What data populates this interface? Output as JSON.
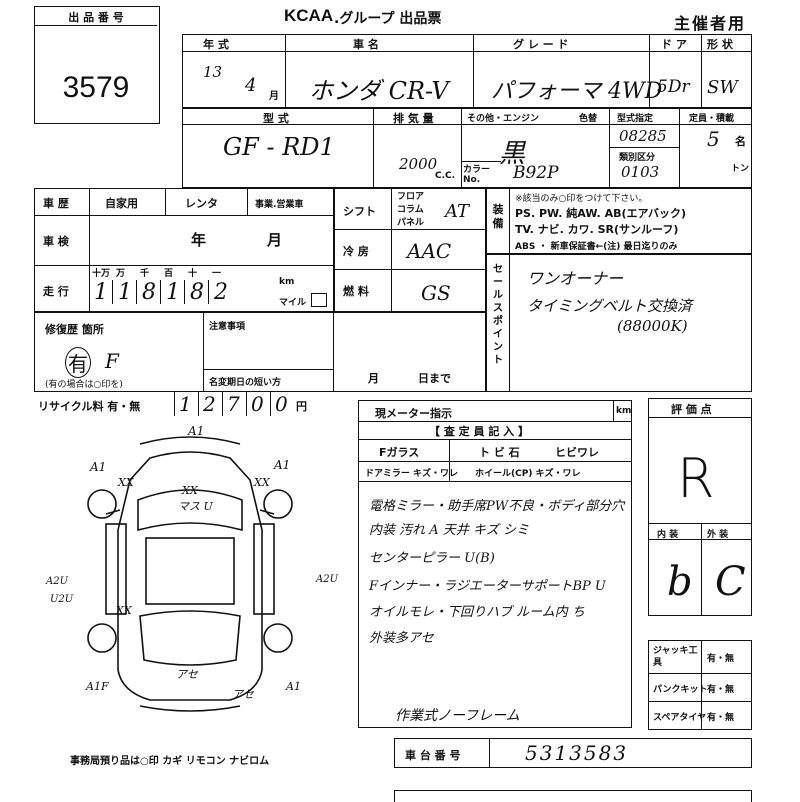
{
  "lot": {
    "label": "出 品 番 号",
    "number": "3579"
  },
  "header": {
    "brand": "KCAA",
    "group": ".グループ 出品票",
    "sponsor": "主催者用"
  },
  "row1": {
    "labels": [
      "年 式",
      "車 名",
      "グ レ ー ド",
      "ド ア",
      "形 状"
    ],
    "year": "13",
    "month": "4",
    "month_unit": "月",
    "name": "ホンダ CR-V",
    "grade": "パフォーマ 4WD",
    "doors": "5Dr",
    "shape": "SW"
  },
  "row2": {
    "labels": {
      "model": "型 式",
      "disp": "排 気 量",
      "engine": "その他・エンジン",
      "color": "色替",
      "model_no": "型式指定",
      "class": "類別区分",
      "capacity": "定員・積載"
    },
    "model": "GF - RD1",
    "disp": "2000",
    "cc": "C.C.",
    "color": "黒",
    "color_no_label": "カラー No.",
    "color_no": "B92P",
    "model_no": "08285",
    "class_no": "0103",
    "capacity": "5",
    "cap_unit": "名",
    "ton_unit": "トン"
  },
  "history": {
    "label": "車 歴",
    "options": [
      "自家用",
      "レンタ",
      "事業.営業車"
    ],
    "inspection_label": "車 検",
    "inspection_year": "年",
    "inspection_month": "月",
    "mileage_label": "走 行",
    "digits_labels": [
      "十万",
      "万",
      "千",
      "百",
      "十",
      "一"
    ],
    "digits": [
      "1",
      "1",
      "8",
      "1",
      "8",
      "2"
    ],
    "km": "km",
    "mile": "マイル",
    "repair_label": "修復歴 箇所",
    "repair_value": "有",
    "repair_note": "(有の場合は○印を)",
    "repair_part": "F",
    "caution_label": "注意事項",
    "name_change": "名変期日の短い方",
    "month": "月",
    "day": "日まで",
    "recycle_label": "リサイクル料 有・無",
    "recycle_digits": [
      "1",
      "2",
      "7",
      "0",
      "0"
    ],
    "yen": "円"
  },
  "equip": {
    "shift_label": "シフト",
    "shift_opts": [
      "フロア",
      "コラム",
      "パネル"
    ],
    "shift": "AT",
    "ac_label": "冷 房",
    "ac": "AAC",
    "fuel_label": "燃 料",
    "fuel": "GS",
    "equip_label": "装備",
    "equip_note": "※該当のみ○印をつけて下さい。",
    "equip_line1": "PS. PW. 純AW. AB(エアバック)",
    "equip_line2": "TV. ナビ. カワ. SR(サンルーフ)",
    "equip_line3": "ABS ・ 新車保証書←(注) 最日迄りのみ",
    "sales_label": "セールスポイント",
    "sales1": "ワンオーナー",
    "sales2": "タイミングベルト交換済",
    "sales3": "(88000K)"
  },
  "inspector": {
    "meter_label": "現メーター指示",
    "km": "km",
    "title": "【 査 定 員 記 入 】",
    "glass": "Fガラス",
    "chip": "ト ビ 石",
    "crack": "ヒビワレ",
    "mirror": "ドアミラー キズ・ワレ",
    "wheel": "ホイール(CP) キズ・ワレ",
    "notes": [
      "電格ミラー・助手席PW不良・ボディ部分穴",
      "内装 汚れ A  天井 キズ シミ",
      "センターピラー U(B)",
      "Fインナー・ラジエーターサポートBP U",
      "オイルモレ・下回りハブ ルーム内 ち",
      "外装多アセ"
    ],
    "frame": "作業式ノーフレーム"
  },
  "score": {
    "label": "評 価 点",
    "value": "R",
    "interior_label": "内 装",
    "exterior_label": "外 装",
    "interior": "b",
    "exterior": "C"
  },
  "tools": {
    "jack_label": "ジャッキ工具",
    "jack_value": "有・無",
    "puncture_label": "パンクキット",
    "puncture_value": "有・無",
    "spare_label": "スペアタイヤ",
    "spare_value": "有・無"
  },
  "chassis": {
    "label": "車 台 番 号",
    "value": "5313583"
  },
  "footer": {
    "note": "事務局預り品は○印   カギ  リモコン  ナビロム"
  },
  "diagram": {
    "marks": [
      "A1",
      "A1",
      "XX",
      "A1",
      "XX",
      "XX",
      "マス U",
      "XX",
      "A2U",
      "U2U",
      "A2U",
      "A1F",
      "アセ",
      "A1",
      "アセ"
    ]
  }
}
